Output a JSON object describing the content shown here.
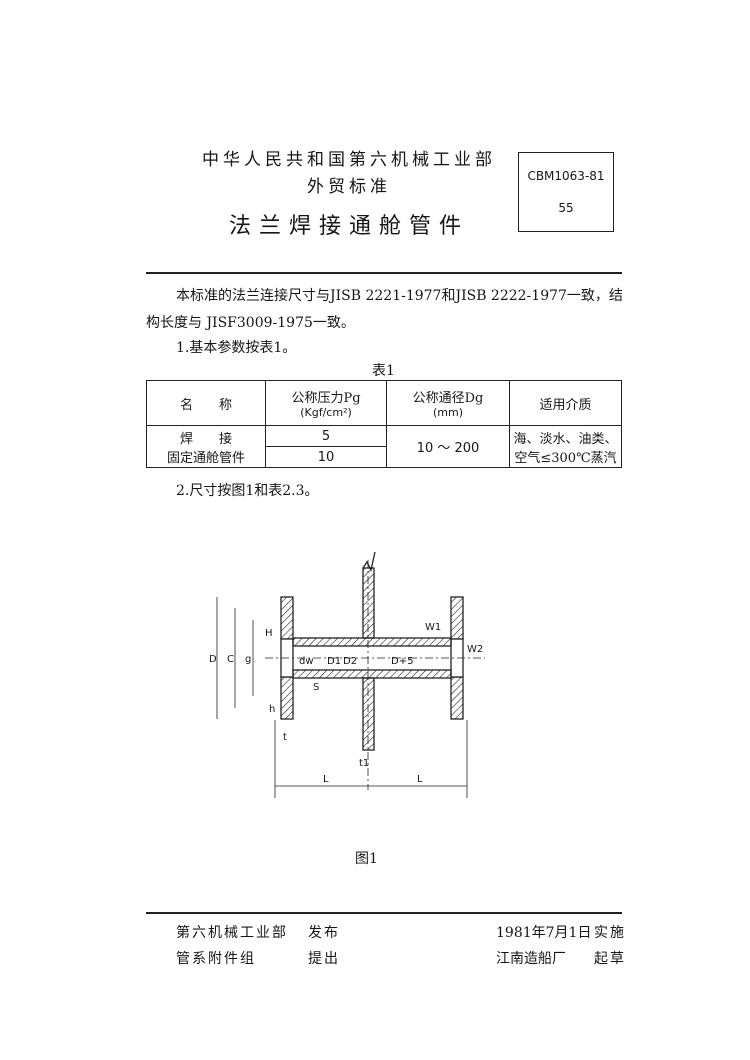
{
  "header": {
    "ministry": "中华人民共和国第六机械工业部",
    "standard_type": "外贸标准",
    "title": "法兰焊接通舱管件"
  },
  "code_box": {
    "code": "CBM1063-81",
    "page": "55"
  },
  "body": {
    "intro_line1": "本标准的法兰连接尺寸与JISB 2221-1977和JISB 2222-1977一致，结",
    "intro_line2": "构长度与 JISF3009-1975一致。",
    "item1": "1.基本参数按表1。",
    "table_caption": "表1",
    "item2": "2.尺寸按图1和表2.3。"
  },
  "table": {
    "headers": {
      "name": "名　　称",
      "pressure": "公称压力Pg",
      "pressure_unit": "(Kgf/cm²)",
      "diameter": "公称通径Dg",
      "diameter_unit": "(mm)",
      "medium": "适用介质"
    },
    "row_label_1": "焊　　接",
    "row_label_2": "固定通舱管件",
    "pressure_1": "5",
    "pressure_2": "10",
    "diameter_range": "10 ～ 200",
    "medium_1": "海、淡水、油类、",
    "medium_2": "空气≤300℃蒸汽"
  },
  "figure": {
    "caption": "图1",
    "labels": {
      "D": "D",
      "C": "C",
      "g": "g",
      "H": "H",
      "h": "h",
      "t": "t",
      "dw": "dw",
      "D1": "D1",
      "D2": "D2",
      "D5": "D+5",
      "S": "S",
      "W1": "W1",
      "W2": "W2",
      "t1": "t1",
      "L": "L"
    }
  },
  "footer": {
    "issuer": "第六机械工业部",
    "issue_action": "发布",
    "proposer": "管系附件组",
    "propose_action": "提出",
    "date": "1981年7月1日",
    "implement": "实施",
    "drafter": "江南造船厂",
    "draft_action": "起草"
  }
}
